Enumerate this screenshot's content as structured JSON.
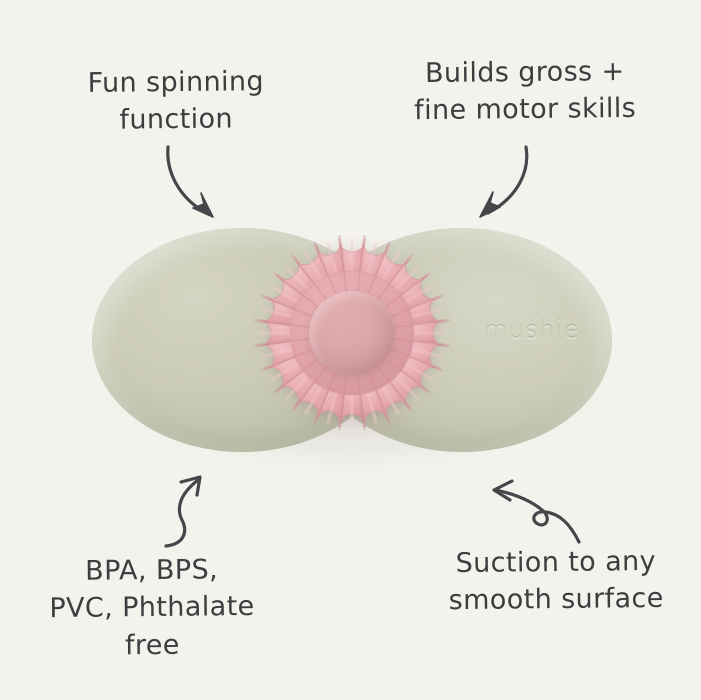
{
  "background": {
    "color": "#f4f2ed"
  },
  "callouts": [
    {
      "id": "fun-spinning-function",
      "text": "Fun spinning\nfunction",
      "position": "top-left"
    },
    {
      "id": "builds-motor-skills",
      "text": "Builds gross +\nfine motor skills",
      "position": "top-right"
    },
    {
      "id": "material-free",
      "text": "BPA, BPS,\nPVC, Phthalate\nfree",
      "position": "bottom-left"
    },
    {
      "id": "suction-surface",
      "text": "Suction to any\nsmooth surface",
      "position": "bottom-right"
    }
  ],
  "arrows": [
    {
      "id": "arrow-top-left",
      "style": "curved-down-right",
      "head": "solid"
    },
    {
      "id": "arrow-top-right",
      "style": "curved-down-left",
      "head": "solid"
    },
    {
      "id": "arrow-bottom-left",
      "style": "s-curve-up-right",
      "head": "open"
    },
    {
      "id": "arrow-bottom-right",
      "style": "looped-left",
      "head": "open"
    }
  ],
  "product": {
    "name": "mushie daisy suction spinner toy",
    "brand_emboss": "mushie",
    "base": {
      "shape": "two overlapping ellipse lobes",
      "color": "#cbccb7",
      "color_dark": "#b6b8a0",
      "color_light": "#d6d7c5"
    },
    "flower": {
      "petal_count": 24,
      "petal_color": "#e5a7ad",
      "petal_color_dark": "#cf8e96",
      "petal_color_light": "#f0bcc0",
      "hub_color": "#dca8aa",
      "hub_color_dark": "#c68f94"
    }
  },
  "text_color": "#3d3d40"
}
